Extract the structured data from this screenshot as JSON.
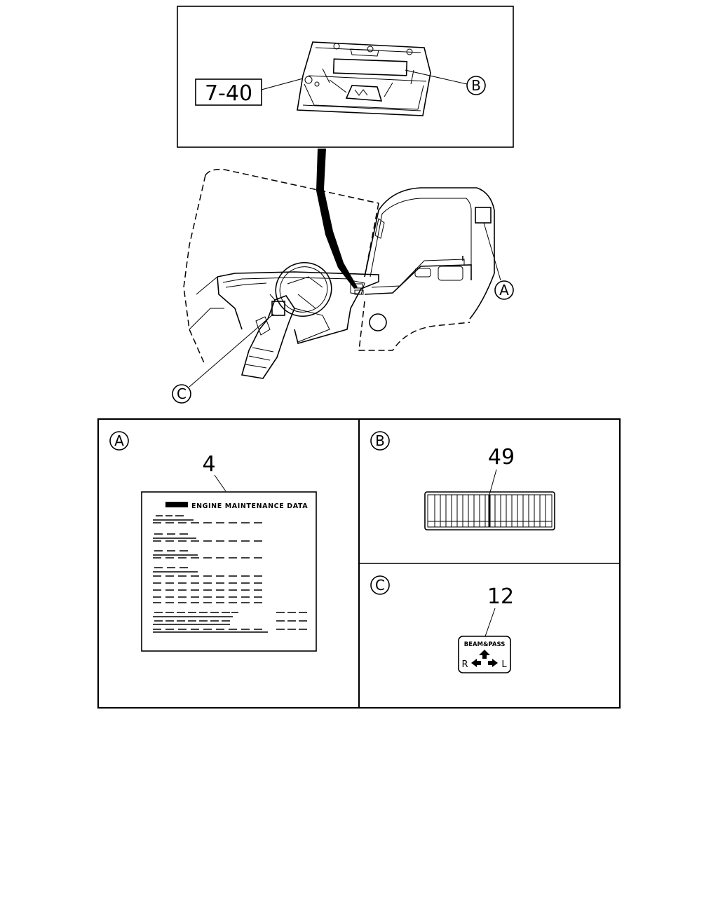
{
  "callouts": {
    "ref": "7-40",
    "a": "A",
    "b": "B",
    "c": "C"
  },
  "panels": {
    "a": {
      "letter": "A",
      "part_no": "4",
      "label_heading": "ENGINE MAINTENANCE DATA"
    },
    "b": {
      "letter": "B",
      "part_no": "49"
    },
    "c": {
      "letter": "C",
      "part_no": "12",
      "switch_label": "BEAM&PASS",
      "right": "R",
      "left": "L"
    }
  }
}
